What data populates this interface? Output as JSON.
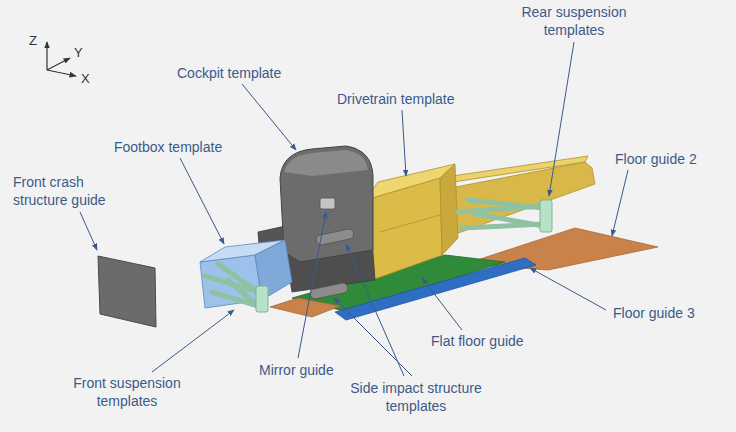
{
  "diagram": {
    "labels": [
      "Z",
      "Y",
      "X",
      "Cockpit template",
      "Drivetrain template",
      "Rear suspension templates",
      "Footbox template",
      "Front crash structure guide",
      "Floor guide 2",
      "Floor guide 3",
      "Flat floor guide",
      "Front suspension templates",
      "Mirror guide",
      "Side impact structure templates"
    ]
  }
}
